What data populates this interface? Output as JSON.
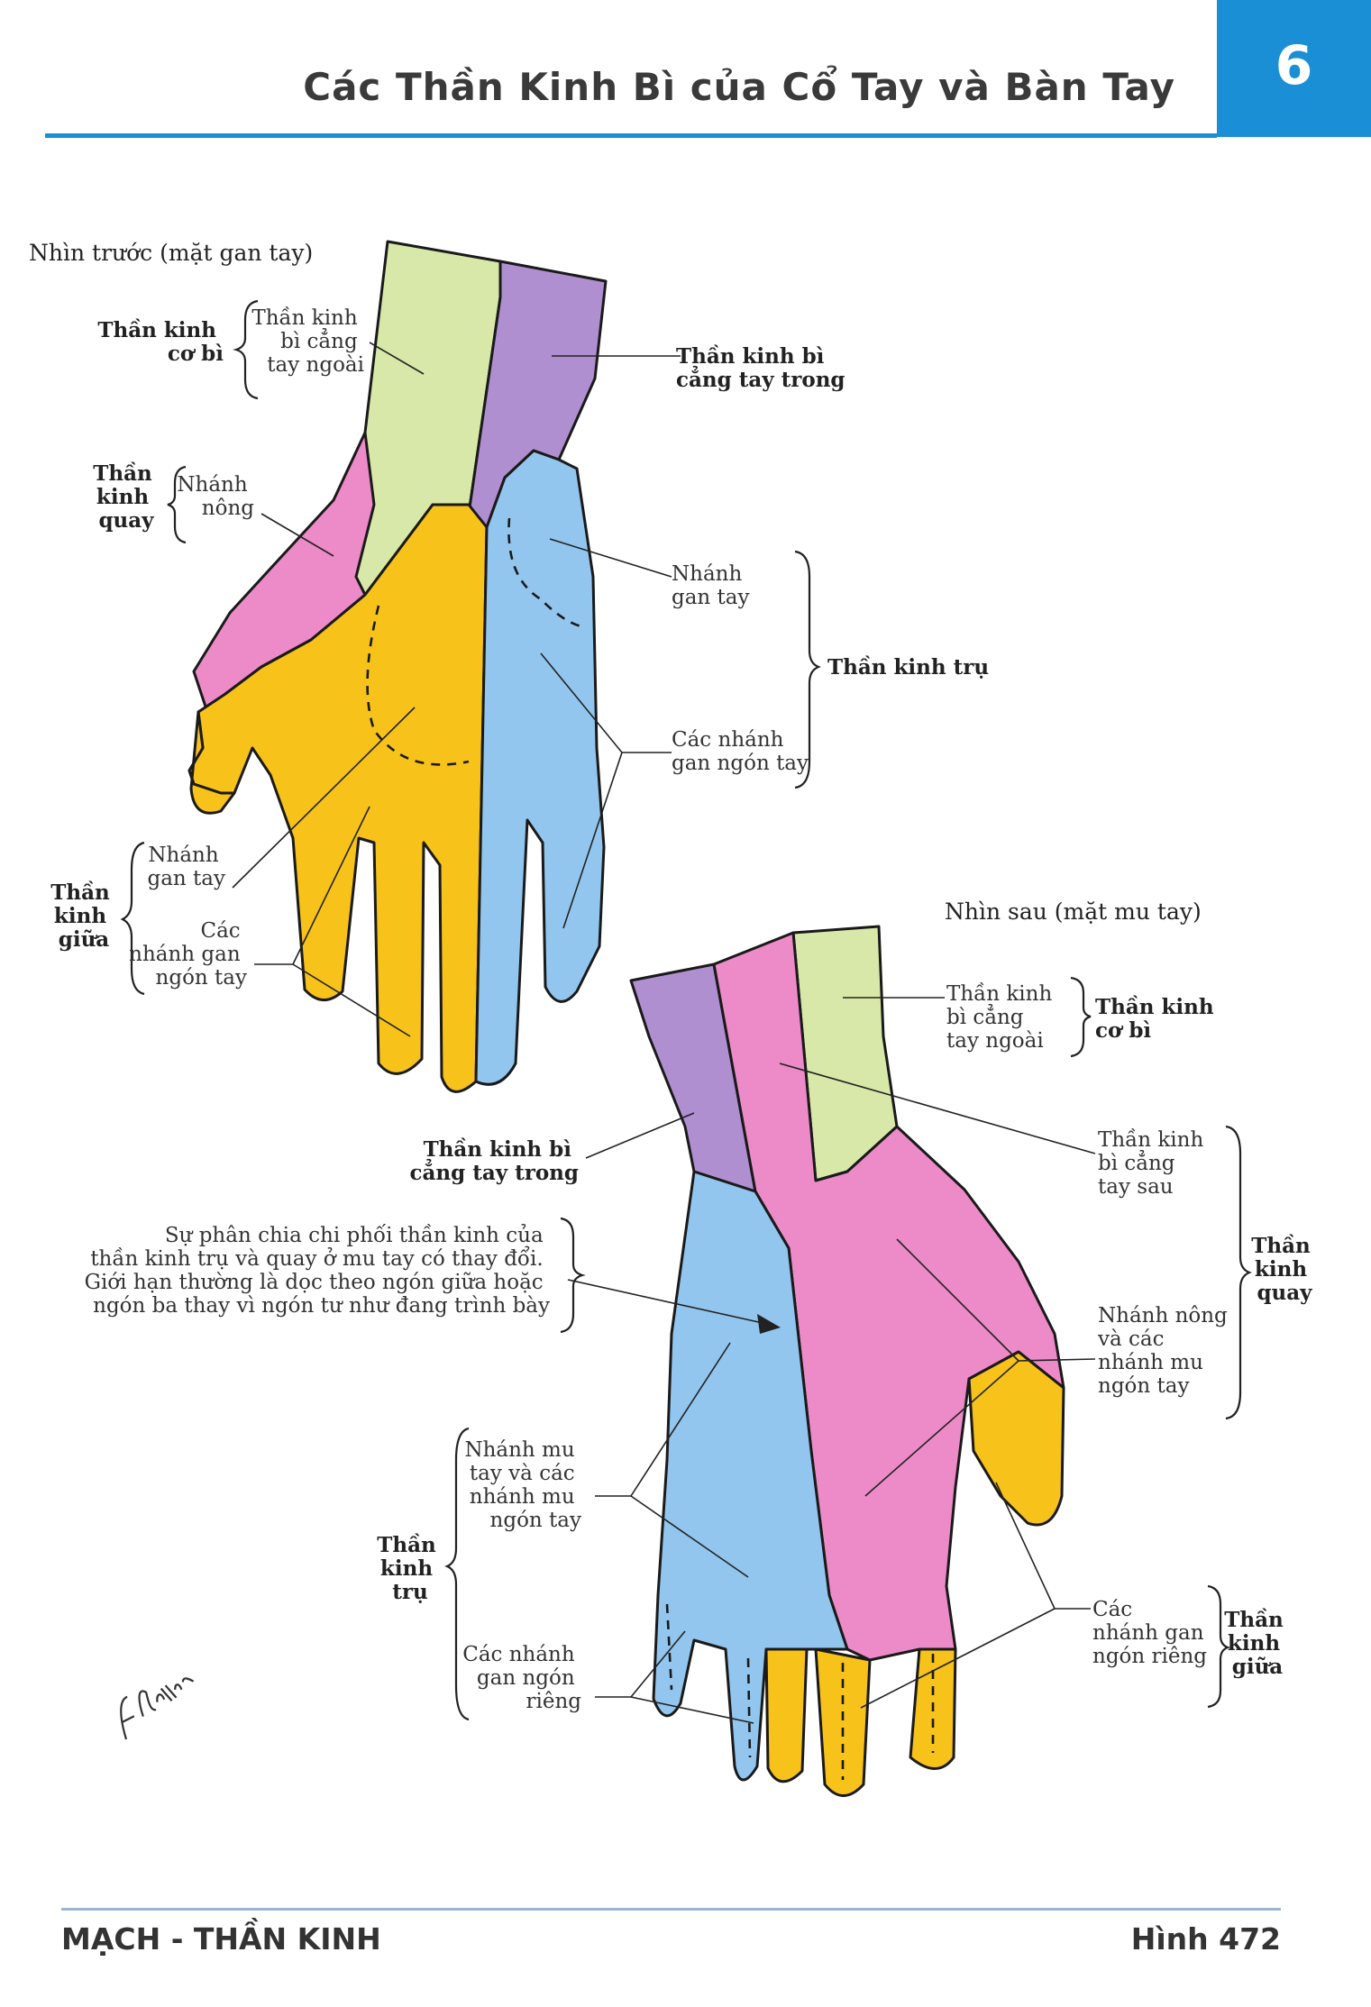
{
  "header": {
    "title": "Các Thần Kinh Bì của Cổ Tay và Bàn Tay",
    "chapter": "6"
  },
  "footer": {
    "left": "MẠCH - THẦN KINH",
    "right": "Hình 472"
  },
  "colors": {
    "lateral_cutaneous": "#d8e8a8",
    "medial_cutaneous": "#b08fd0",
    "radial": "#ec8bc8",
    "median": "#f7c21a",
    "ulnar": "#92c6ee",
    "accent": "#1b8fd6"
  },
  "palmar": {
    "heading": "Nhìn trước (mặt gan tay)",
    "musculocutaneous_group": [
      "Thần kinh",
      "cơ bì"
    ],
    "lateral_cutaneous_label": [
      "Thần kinh",
      "bì cẳng",
      "tay ngoài"
    ],
    "medial_cutaneous_label": [
      "Thần kinh bì",
      "cẳng tay trong"
    ],
    "radial_group": [
      "Thần",
      "kinh",
      "quay"
    ],
    "radial_superficial_label": [
      "Nhánh",
      "nông"
    ],
    "ulnar_palmar_label": [
      "Nhánh",
      "gan tay"
    ],
    "ulnar_digital_label": [
      "Các nhánh",
      "gan ngón tay"
    ],
    "ulnar_group": "Thần kinh trụ",
    "median_group": [
      "Thần",
      "kinh",
      "giữa"
    ],
    "median_palmar_label": [
      "Nhánh",
      "gan tay"
    ],
    "median_digital_label": [
      "Các",
      "nhánh gan",
      "ngón tay"
    ]
  },
  "dorsal": {
    "heading": "Nhìn sau (mặt mu tay)",
    "lateral_cutaneous_label": [
      "Thần kinh",
      "bì cẳng",
      "tay ngoài"
    ],
    "musculocutaneous_group": [
      "Thần kinh",
      "cơ bì"
    ],
    "medial_cutaneous_label": [
      "Thần kinh bì",
      "cẳng tay trong"
    ],
    "posterior_cutaneous_label": [
      "Thần kinh",
      "bì cẳng",
      "tay sau"
    ],
    "radial_superficial_label": [
      "Nhánh nông",
      "và các",
      "nhánh mu",
      "ngón tay"
    ],
    "radial_group": [
      "Thần",
      "kinh",
      "quay"
    ],
    "note": [
      "Sự phân chia chi phối thần kinh của",
      "thần kinh trụ và quay ở mu tay có thay đổi.",
      "Giới hạn thường là dọc theo ngón giữa hoặc",
      "ngón ba thay vì ngón tư như đang trình bày"
    ],
    "ulnar_dorsal_label": [
      "Nhánh mu",
      "tay và các",
      "nhánh mu",
      "ngón tay"
    ],
    "ulnar_proper_digital_label": [
      "Các nhánh",
      "gan ngón",
      "riêng"
    ],
    "ulnar_group": [
      "Thần",
      "kinh",
      "trụ"
    ],
    "median_proper_digital_label": [
      "Các",
      "nhánh gan",
      "ngón riêng"
    ],
    "median_group": [
      "Thần",
      "kinh",
      "giữa"
    ]
  },
  "signature": "F. Netter M.D."
}
